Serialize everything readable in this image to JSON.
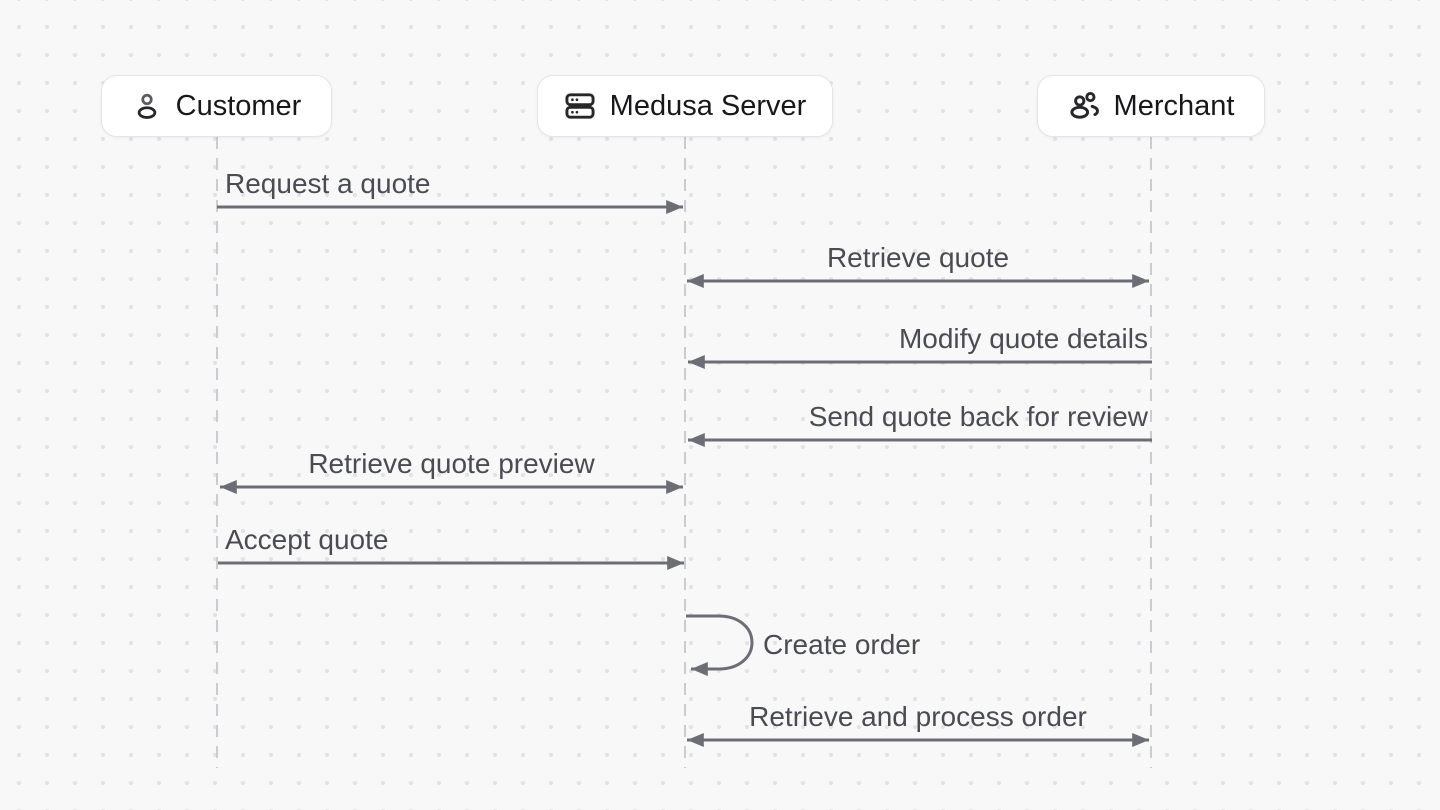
{
  "diagram": {
    "type": "sequence-diagram",
    "actors": [
      {
        "name": "Customer",
        "icon": "person-icon"
      },
      {
        "name": "Medusa Server",
        "icon": "server-icon"
      },
      {
        "name": "Merchant",
        "icon": "users-icon"
      }
    ],
    "messages": [
      {
        "label": "Request a quote",
        "from": "Customer",
        "to": "Medusa Server",
        "arrow": "single"
      },
      {
        "label": "Retrieve quote",
        "from": "Medusa Server",
        "to": "Merchant",
        "arrow": "double"
      },
      {
        "label": "Modify quote details",
        "from": "Merchant",
        "to": "Medusa Server",
        "arrow": "single"
      },
      {
        "label": "Send quote back for review",
        "from": "Merchant",
        "to": "Medusa Server",
        "arrow": "single"
      },
      {
        "label": "Retrieve quote preview",
        "from": "Customer",
        "to": "Medusa Server",
        "arrow": "double"
      },
      {
        "label": "Accept quote",
        "from": "Customer",
        "to": "Medusa Server",
        "arrow": "single"
      },
      {
        "label": "Create order",
        "from": "Medusa Server",
        "to": "Medusa Server",
        "arrow": "self"
      },
      {
        "label": "Retrieve and process order",
        "from": "Medusa Server",
        "to": "Merchant",
        "arrow": "double"
      }
    ]
  },
  "colors": {
    "bg": "#f8f8f9",
    "dot": "#e3e3e6",
    "node-bg": "#ffffff",
    "node-border": "#e5e5e8",
    "node-text": "#18181b",
    "lifeline": "#cbcbd1",
    "arrow": "#6d6d76",
    "label": "#4b4b54"
  }
}
